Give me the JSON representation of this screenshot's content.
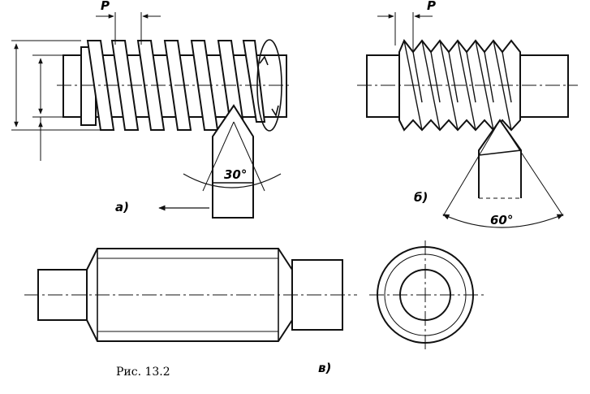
{
  "labels": {
    "pitch_a": "P",
    "pitch_b": "P",
    "angle_a": "30°",
    "angle_b": "60°",
    "view_a": "а)",
    "view_b": "б)",
    "view_v": "в)",
    "caption": "Рис. 13.2"
  },
  "colors": {
    "ink": "#111111",
    "paper": "#ffffff"
  }
}
